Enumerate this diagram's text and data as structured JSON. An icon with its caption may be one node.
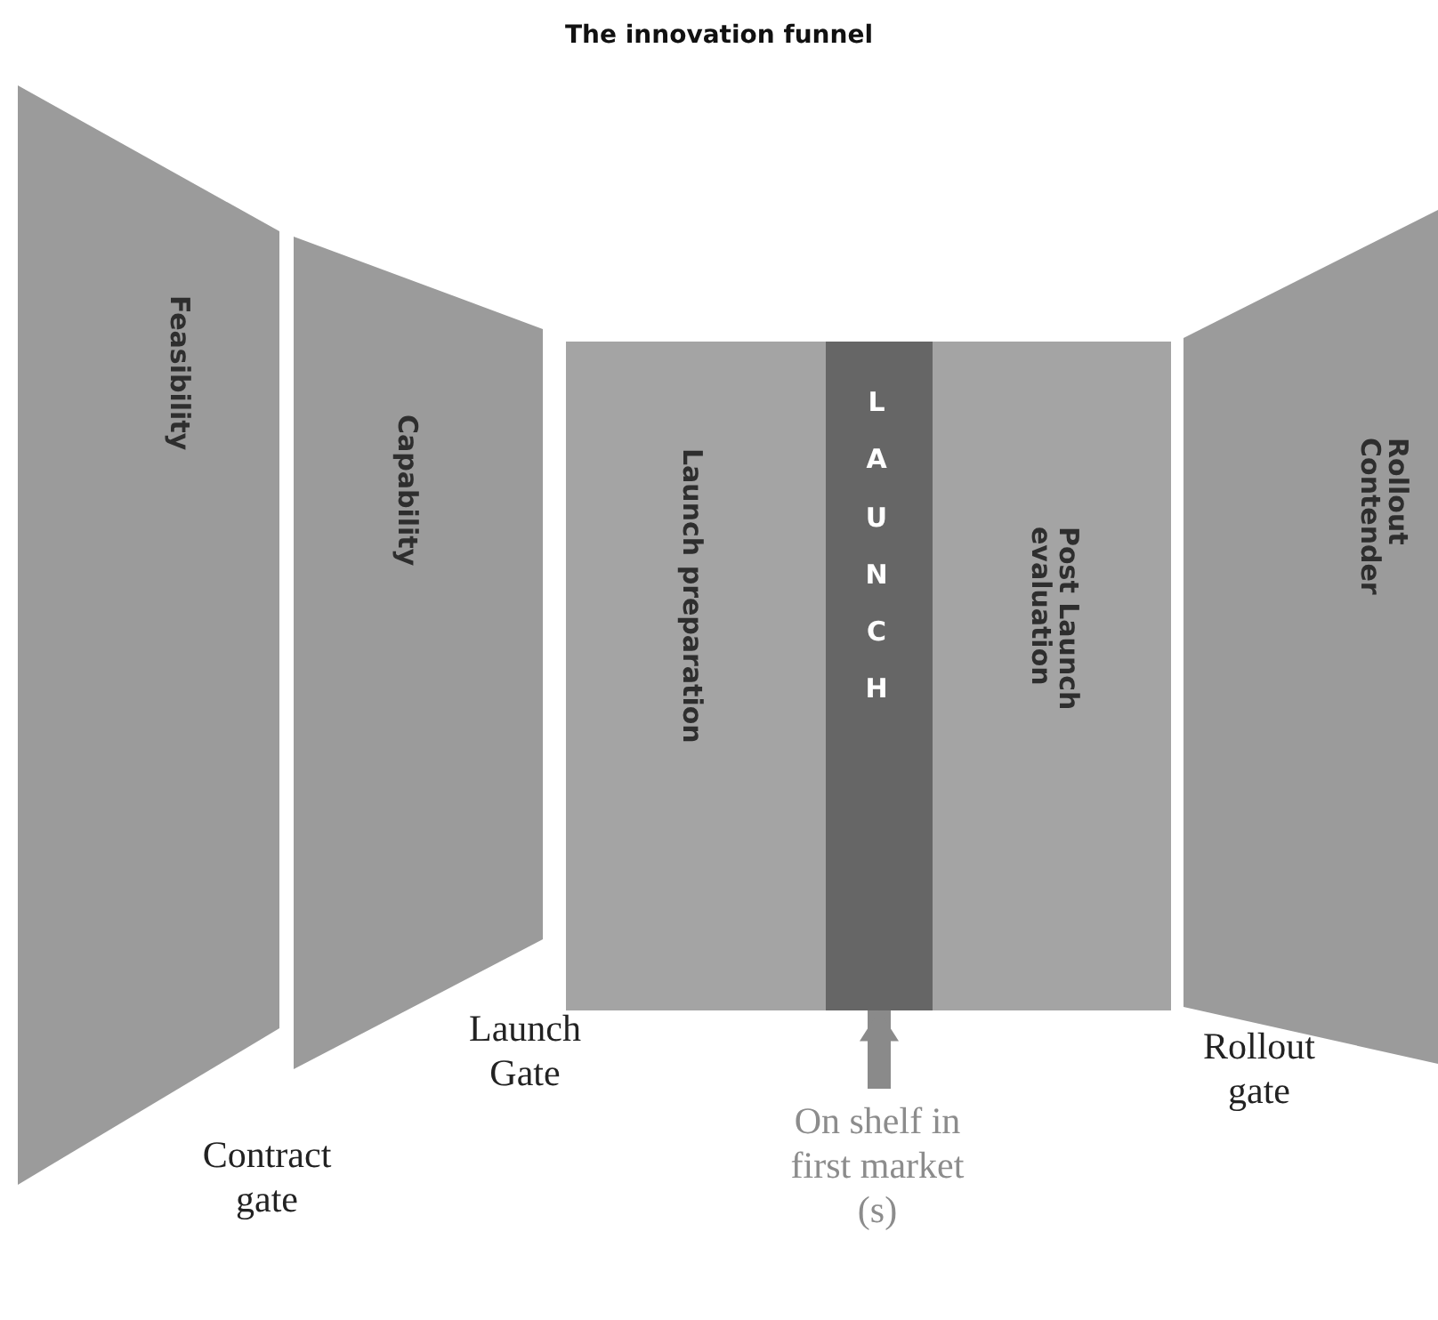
{
  "diagram": {
    "title": "The innovation funnel",
    "nodes": [
      {
        "text": [
          "Feasibility"
        ]
      },
      {
        "text": [
          "Capability"
        ]
      },
      {
        "text": [
          "Launch preparation"
        ]
      },
      {
        "text": [
          "LAUNCH"
        ]
      },
      {
        "text": [
          "Post Launch evaluation"
        ]
      },
      {
        "text": [
          "Rollout Contender"
        ]
      },
      {
        "text": [
          "On shelf in first market (s)"
        ]
      }
    ],
    "edges": [
      {
        "from": 6,
        "to": 3,
        "arrow": "to"
      }
    ],
    "labels": [
      "Launch Gate",
      "Rollout gate",
      "Contract gate"
    ]
  }
}
